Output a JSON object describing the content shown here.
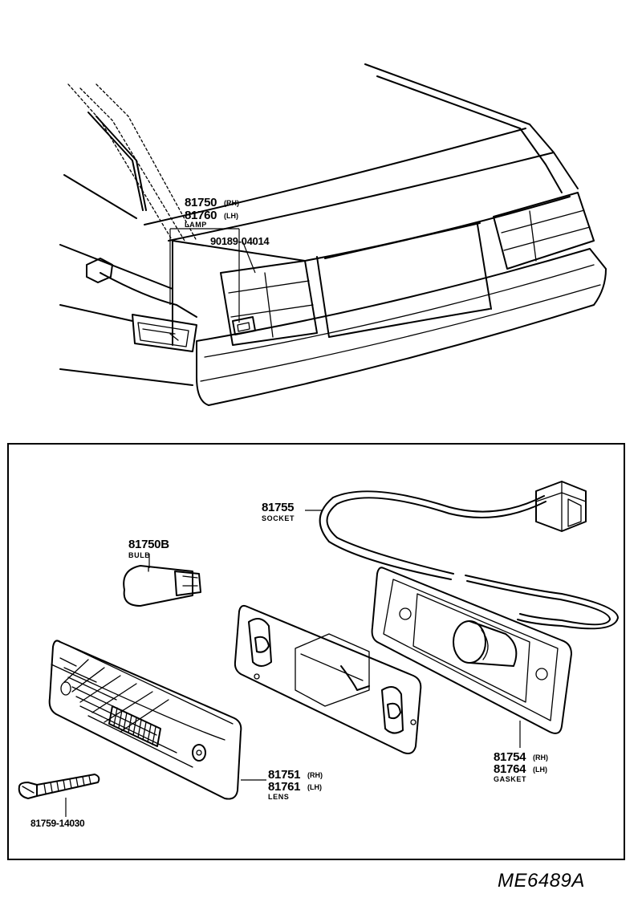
{
  "labels": {
    "lamp": {
      "rh_number": "81750",
      "rh_suffix": "(RH)",
      "lh_number": "81760",
      "lh_suffix": "(LH)",
      "name": "LAMP"
    },
    "screw_top": {
      "number": "90189-04014"
    },
    "socket": {
      "number": "81755",
      "name": "SOCKET"
    },
    "bulb": {
      "number": "81750B",
      "name": "BULB"
    },
    "lens": {
      "rh_number": "81751",
      "rh_suffix": "(RH)",
      "lh_number": "81761",
      "lh_suffix": "(LH)",
      "name": "LENS"
    },
    "gasket": {
      "rh_number": "81754",
      "rh_suffix": "(RH)",
      "lh_number": "81764",
      "lh_suffix": "(LH)",
      "name": "GASKET"
    },
    "screw_bottom": {
      "number": "81759-14030"
    }
  },
  "diagram_code": "ME6489A",
  "colors": {
    "ink": "#000000",
    "paper": "#ffffff"
  }
}
